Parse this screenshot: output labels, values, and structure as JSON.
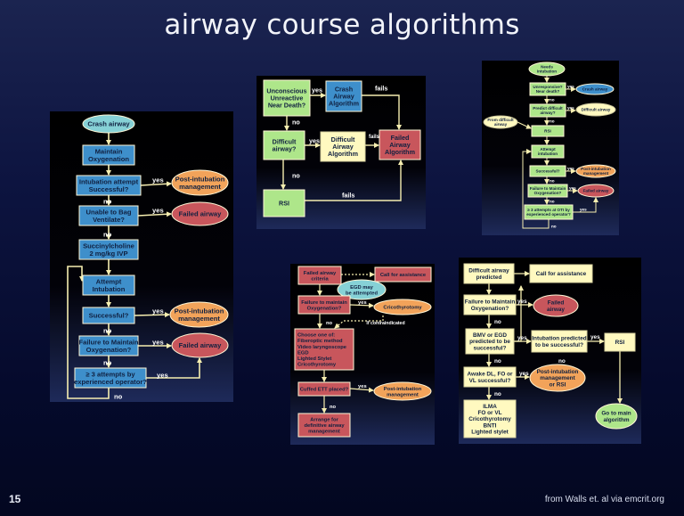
{
  "slide": {
    "title": "airway course algorithms",
    "number": "15",
    "source": "from Walls et. al via emcrit.org"
  },
  "colors": {
    "blue": "#3e8fcb",
    "green": "#aee68a",
    "red": "#c8565c",
    "orange": "#f2a35a",
    "teal": "#86d1d6",
    "yellow": "#fff9c0",
    "line": "#f6eeb0"
  },
  "diagrams": {
    "crash": {
      "nodes": [
        {
          "id": "start",
          "text": "Crash airway"
        },
        {
          "id": "oxy",
          "text": "Maintain\nOxygenation"
        },
        {
          "id": "intub",
          "text": "Intubation attempt\nSuccessful?"
        },
        {
          "id": "post1",
          "text": "Post-intubation\nmanagement"
        },
        {
          "id": "bag",
          "text": "Unable to Bag\nVentilate?"
        },
        {
          "id": "failed1",
          "text": "Failed airway"
        },
        {
          "id": "sux",
          "text": "Succinylcholine\n2 mg/kg IVP"
        },
        {
          "id": "attempt",
          "text": "Attempt\nIntubation"
        },
        {
          "id": "succ",
          "text": "Successful?"
        },
        {
          "id": "post2",
          "text": "Post-intubation\nmanagement"
        },
        {
          "id": "ftmo",
          "text": "Failure to Maintain\nOxygenation?"
        },
        {
          "id": "failed2",
          "text": "Failed airway"
        },
        {
          "id": "three",
          "text": "≥ 3 attempts by\nexperienced operator?"
        }
      ],
      "labels": {
        "yes": "yes",
        "no": "no"
      }
    },
    "overview": {
      "nodes": [
        {
          "id": "uncon",
          "text": "Unconscious\nUnreactive\nNear Death?"
        },
        {
          "id": "crash",
          "text": "Crash\nAirway\nAlgorithm"
        },
        {
          "id": "diff",
          "text": "Difficult\nairway?"
        },
        {
          "id": "dalgo",
          "text": "Difficult\nAirway\nAlgorithm"
        },
        {
          "id": "failed",
          "text": "Failed\nAirway\nAlgorithm"
        },
        {
          "id": "rsi",
          "text": "RSI"
        }
      ],
      "labels": {
        "yes": "yes",
        "no": "no",
        "fails": "fails"
      }
    },
    "main": {
      "nodes": [
        {
          "id": "needs",
          "text": "Needs\nintubation"
        },
        {
          "id": "unresp",
          "text": "Unresponsive?\nNear death?"
        },
        {
          "id": "crash",
          "text": "Crash airway"
        },
        {
          "id": "pred",
          "text": "Predict difficult\nairway?"
        },
        {
          "id": "diff",
          "text": "Difficult airway"
        },
        {
          "id": "from",
          "text": "From difficult\nairway"
        },
        {
          "id": "rsi",
          "text": "RSI"
        },
        {
          "id": "attempt",
          "text": "Attempt\nintubation"
        },
        {
          "id": "succ",
          "text": "Successful?"
        },
        {
          "id": "post",
          "text": "Post-intubation\nmanagement"
        },
        {
          "id": "ftmo",
          "text": "Failure to Maintain\nOxygenation?"
        },
        {
          "id": "failed",
          "text": "Failed airway"
        },
        {
          "id": "three",
          "text": "≥ 3 attempts at OTI by\nexperienced operator?"
        }
      ],
      "labels": {
        "yes": "yes",
        "no": "no"
      }
    },
    "failed": {
      "nodes": [
        {
          "id": "crit",
          "text": "Failed airway\ncriteria"
        },
        {
          "id": "call",
          "text": "Call for assistance"
        },
        {
          "id": "egd",
          "text": "EGD may\nbe attempted"
        },
        {
          "id": "ftmo",
          "text": "Failure to maintain\nOxygenation?"
        },
        {
          "id": "crico",
          "text": "Cricothyrotomy"
        },
        {
          "id": "contra",
          "text": "If contraindicated"
        },
        {
          "id": "choose",
          "text": "Choose one of:\nFiberoptic method\nVideo laryngoscope\nEGD\nLighted Stylet\nCricothyrotomy"
        },
        {
          "id": "cuffed",
          "text": "Cuffed ETT placed?"
        },
        {
          "id": "post",
          "text": "Post-intubation\nmanagement"
        },
        {
          "id": "arrange",
          "text": "Arrange for\ndefinitive airway\nmanagement"
        }
      ],
      "labels": {
        "yes": "yes",
        "no": "no"
      }
    },
    "difficult": {
      "nodes": [
        {
          "id": "pred",
          "text": "Difficult airway\npredicted"
        },
        {
          "id": "call",
          "text": "Call for assistance"
        },
        {
          "id": "ftmo",
          "text": "Failure to Maintain\nOxygenation?"
        },
        {
          "id": "failed",
          "text": "Failed\nairway"
        },
        {
          "id": "bmv",
          "text": "BMV or EGD\npredicted to be\nsuccessful?"
        },
        {
          "id": "intpred",
          "text": "Intubation predicted\nto be successful?"
        },
        {
          "id": "rsi",
          "text": "RSI"
        },
        {
          "id": "awake",
          "text": "Awake DL, FO or\nVL successful?"
        },
        {
          "id": "post",
          "text": "Post-intubation\nmanagement\nor RSI"
        },
        {
          "id": "ilma",
          "text": "ILMA\nFO or VL\nCricothyrotomy\nBNTI\nLighted stylet"
        },
        {
          "id": "main",
          "text": "Go to main\nalgorithm"
        }
      ],
      "labels": {
        "yes": "yes",
        "no": "no"
      }
    }
  }
}
